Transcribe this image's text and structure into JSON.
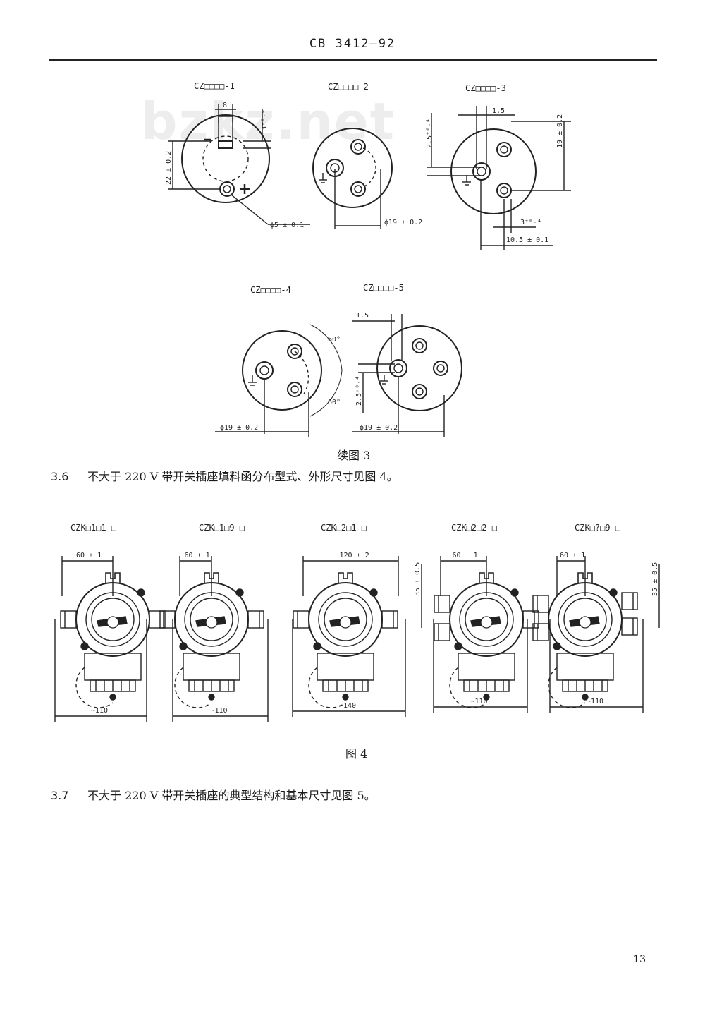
{
  "header": {
    "code": "CB 3412—92"
  },
  "watermark": "bzkz.net",
  "figure3": {
    "caption": "续图 3",
    "sockets": [
      {
        "label": "CZ□□□□-1",
        "dims": [
          "8",
          "3⁺⁰·⁴",
          "22 ± 0.2",
          "ϕ5 ± 0.1"
        ]
      },
      {
        "label": "CZ□□□□-2",
        "dims": [
          "ϕ19 ± 0.2"
        ]
      },
      {
        "label": "CZ□□□□-3",
        "dims": [
          "1.5",
          "2.5⁺⁰·⁴",
          "19 ± 0.2",
          "3⁺⁰·⁴",
          "10.5 ± 0.1"
        ]
      },
      {
        "label": "CZ□□□□-4",
        "dims": [
          "60°",
          "60°",
          "ϕ19 ± 0.2"
        ]
      },
      {
        "label": "CZ□□□□-5",
        "dims": [
          "1.5",
          "2.5⁺⁰·⁴",
          "ϕ19 ± 0.2"
        ]
      }
    ]
  },
  "section_3_6": {
    "number": "3.6",
    "text": "不大于 220 V 带开关插座填料函分布型式、外形尺寸见图 4。"
  },
  "figure4": {
    "caption": "图 4",
    "items": [
      {
        "label": "CZK□1□1-□",
        "top_dim": "60 ± 1",
        "bottom_dim": "~110"
      },
      {
        "label": "CZK□1□9-□",
        "top_dim": "60 ± 1",
        "bottom_dim": "~110"
      },
      {
        "label": "CZK□2□1-□",
        "top_dim": "120 ± 2",
        "bottom_dim": "~140",
        "side_dim": "35 ± 0.5"
      },
      {
        "label": "CZK□2□2-□",
        "top_dim": "60 ± 1",
        "bottom_dim": "~110"
      },
      {
        "label": "CZK□?□9-□",
        "top_dim": "60 ± 1",
        "bottom_dim": "~110",
        "side_dim": "35 ± 0.5"
      }
    ]
  },
  "section_3_7": {
    "number": "3.7",
    "text": "不大于 220 V 带开关插座的典型结构和基本尺寸见图 5。"
  },
  "page_number": "13"
}
